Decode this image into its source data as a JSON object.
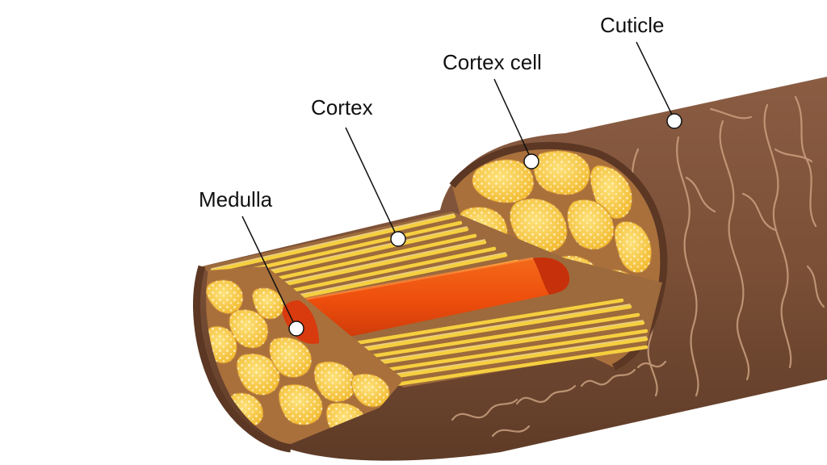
{
  "labels": {
    "cuticle": "Cuticle",
    "cortex_cell": "Cortex cell",
    "cortex": "Cortex",
    "medulla": "Medulla"
  },
  "colors": {
    "cuticle_brown": "#7d5239",
    "cuticle_shadow": "#5a3826",
    "cuticle_line": "#c79a7a",
    "cortex_yellow": "#f5c52c",
    "cortex_light": "#fce17a",
    "cortex_gap": "#a8743f",
    "medulla_orange": "#f1560f",
    "medulla_red": "#d93a0e",
    "dot": "#fff6d0"
  }
}
